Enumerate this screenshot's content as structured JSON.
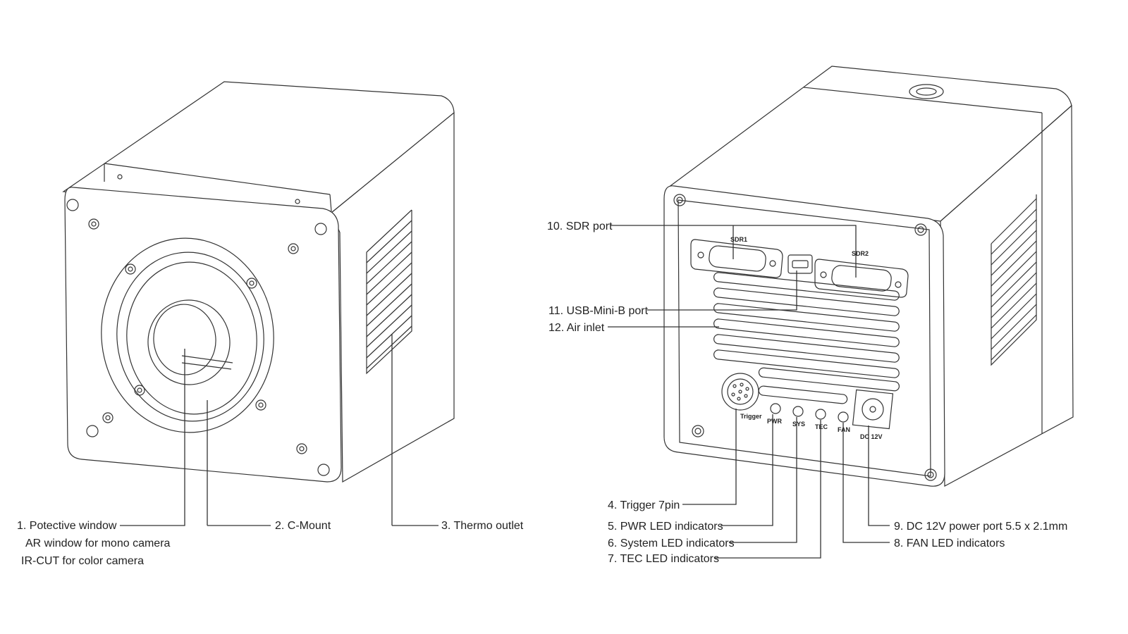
{
  "figure": {
    "front_view": {
      "callouts": [
        {
          "id": "1",
          "lines": [
            "1. Potective window",
            "AR window for mono camera",
            "IR-CUT for color camera"
          ]
        },
        {
          "id": "2",
          "lines": [
            "2. C-Mount"
          ]
        },
        {
          "id": "3",
          "lines": [
            "3. Thermo outlet"
          ]
        }
      ]
    },
    "rear_view": {
      "panel_labels": {
        "sdr1": "SDR1",
        "sdr2": "SDR2",
        "trigger": "Trigger",
        "pwr": "PWR",
        "sys": "SYS",
        "tec": "TEC",
        "fan": "FAN",
        "dc": "DC 12V"
      },
      "callouts": [
        {
          "id": "4",
          "text": "4. Trigger 7pin"
        },
        {
          "id": "5",
          "text": "5. PWR LED indicators"
        },
        {
          "id": "6",
          "text": "6. System LED indicators"
        },
        {
          "id": "7",
          "text": "7. TEC LED indicators"
        },
        {
          "id": "8",
          "text": "8. FAN LED indicators"
        },
        {
          "id": "9",
          "text": "9. DC 12V power port 5.5 x 2.1mm"
        },
        {
          "id": "10",
          "text": "10. SDR port"
        },
        {
          "id": "11",
          "text": "11. USB-Mini-B port"
        },
        {
          "id": "12",
          "text": "12. Air inlet"
        }
      ]
    }
  }
}
